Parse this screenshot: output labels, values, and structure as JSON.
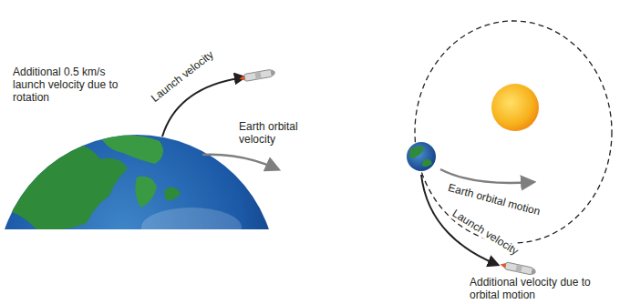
{
  "diagram": {
    "labels": [
      "Additional 0.5 km/s launch velocity due to rotation",
      "Launch velocity",
      "Earth orbital velocity",
      "Earth orbital motion",
      "Launch velocity",
      "Additional velocity due to orbital motion"
    ]
  }
}
